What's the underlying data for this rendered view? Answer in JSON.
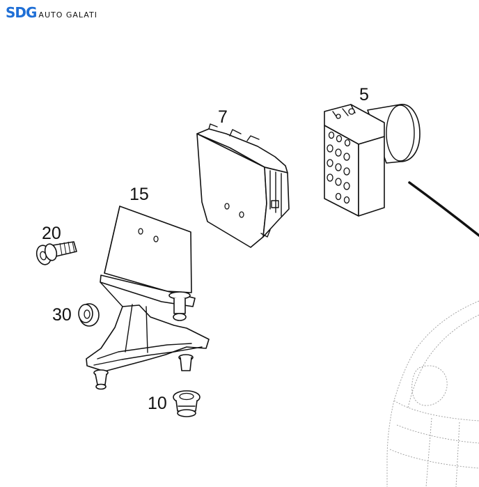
{
  "brand": {
    "mark": "SDG",
    "name": "AUTO GALATI",
    "color": "#1f6fd6"
  },
  "callouts": {
    "part_5": "5",
    "part_7": "7",
    "part_15": "15",
    "part_20": "20",
    "part_30": "30",
    "part_10": "10"
  }
}
